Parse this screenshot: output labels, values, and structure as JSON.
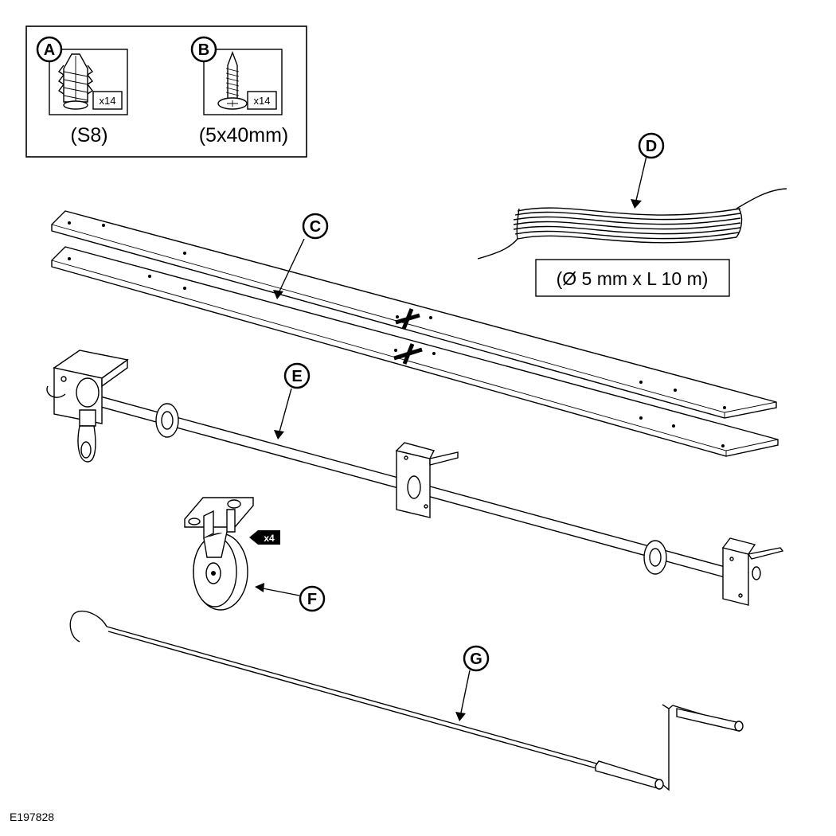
{
  "parts_box": {
    "part_a": {
      "callout": "A",
      "quantity": "x14",
      "spec": "(S8)"
    },
    "part_b": {
      "callout": "B",
      "quantity": "x14",
      "spec": "(5x40mm)"
    }
  },
  "callouts": {
    "c": "C",
    "d": "D",
    "e": "E",
    "f": "F",
    "g": "G"
  },
  "cord_spec": "(Ø 5 mm x L 10 m)",
  "pulley_quantity": "x4",
  "figure_id": "E197828",
  "colors": {
    "ink": "#000000",
    "paper": "#ffffff"
  }
}
